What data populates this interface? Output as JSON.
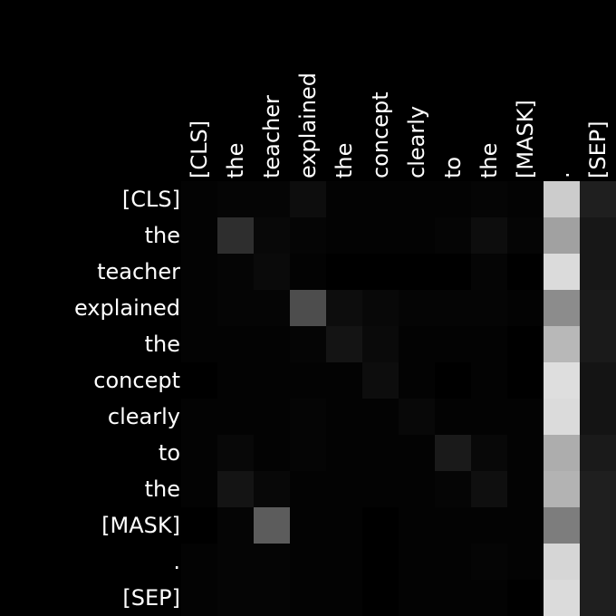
{
  "chart_data": {
    "type": "heatmap",
    "title": "",
    "xlabel": "",
    "ylabel": "",
    "colormap": "grayscale",
    "x_tokens": [
      "[CLS]",
      "the",
      "teacher",
      "explained",
      "the",
      "concept",
      "clearly",
      "to",
      "the",
      "[MASK]",
      ".",
      "[SEP]"
    ],
    "y_tokens": [
      "[CLS]",
      "the",
      "teacher",
      "explained",
      "the",
      "concept",
      "clearly",
      "to",
      "the",
      "[MASK]",
      ".",
      "[SEP]"
    ],
    "values": [
      [
        0.01,
        0.02,
        0.02,
        0.05,
        0.01,
        0.01,
        0.01,
        0.01,
        0.02,
        0.01,
        0.8,
        0.12
      ],
      [
        0.01,
        0.18,
        0.03,
        0.02,
        0.01,
        0.01,
        0.01,
        0.02,
        0.05,
        0.02,
        0.63,
        0.09
      ],
      [
        0.01,
        0.02,
        0.04,
        0.01,
        0.0,
        0.0,
        0.0,
        0.0,
        0.02,
        0.0,
        0.86,
        0.09
      ],
      [
        0.01,
        0.02,
        0.02,
        0.3,
        0.05,
        0.03,
        0.02,
        0.02,
        0.02,
        0.01,
        0.55,
        0.1
      ],
      [
        0.01,
        0.01,
        0.01,
        0.02,
        0.08,
        0.04,
        0.01,
        0.01,
        0.01,
        0.0,
        0.72,
        0.1
      ],
      [
        0.0,
        0.01,
        0.01,
        0.01,
        0.01,
        0.05,
        0.01,
        0.0,
        0.01,
        0.0,
        0.87,
        0.08
      ],
      [
        0.01,
        0.01,
        0.01,
        0.02,
        0.01,
        0.01,
        0.03,
        0.01,
        0.01,
        0.01,
        0.86,
        0.08
      ],
      [
        0.01,
        0.03,
        0.01,
        0.02,
        0.01,
        0.01,
        0.01,
        0.1,
        0.03,
        0.01,
        0.68,
        0.1
      ],
      [
        0.01,
        0.08,
        0.03,
        0.01,
        0.01,
        0.01,
        0.01,
        0.02,
        0.06,
        0.01,
        0.7,
        0.12
      ],
      [
        0.0,
        0.02,
        0.36,
        0.01,
        0.01,
        0.0,
        0.01,
        0.01,
        0.01,
        0.01,
        0.49,
        0.12
      ],
      [
        0.01,
        0.02,
        0.02,
        0.01,
        0.01,
        0.0,
        0.01,
        0.01,
        0.02,
        0.01,
        0.84,
        0.12
      ],
      [
        0.01,
        0.02,
        0.02,
        0.01,
        0.01,
        0.0,
        0.01,
        0.01,
        0.01,
        0.0,
        0.86,
        0.12
      ]
    ]
  }
}
